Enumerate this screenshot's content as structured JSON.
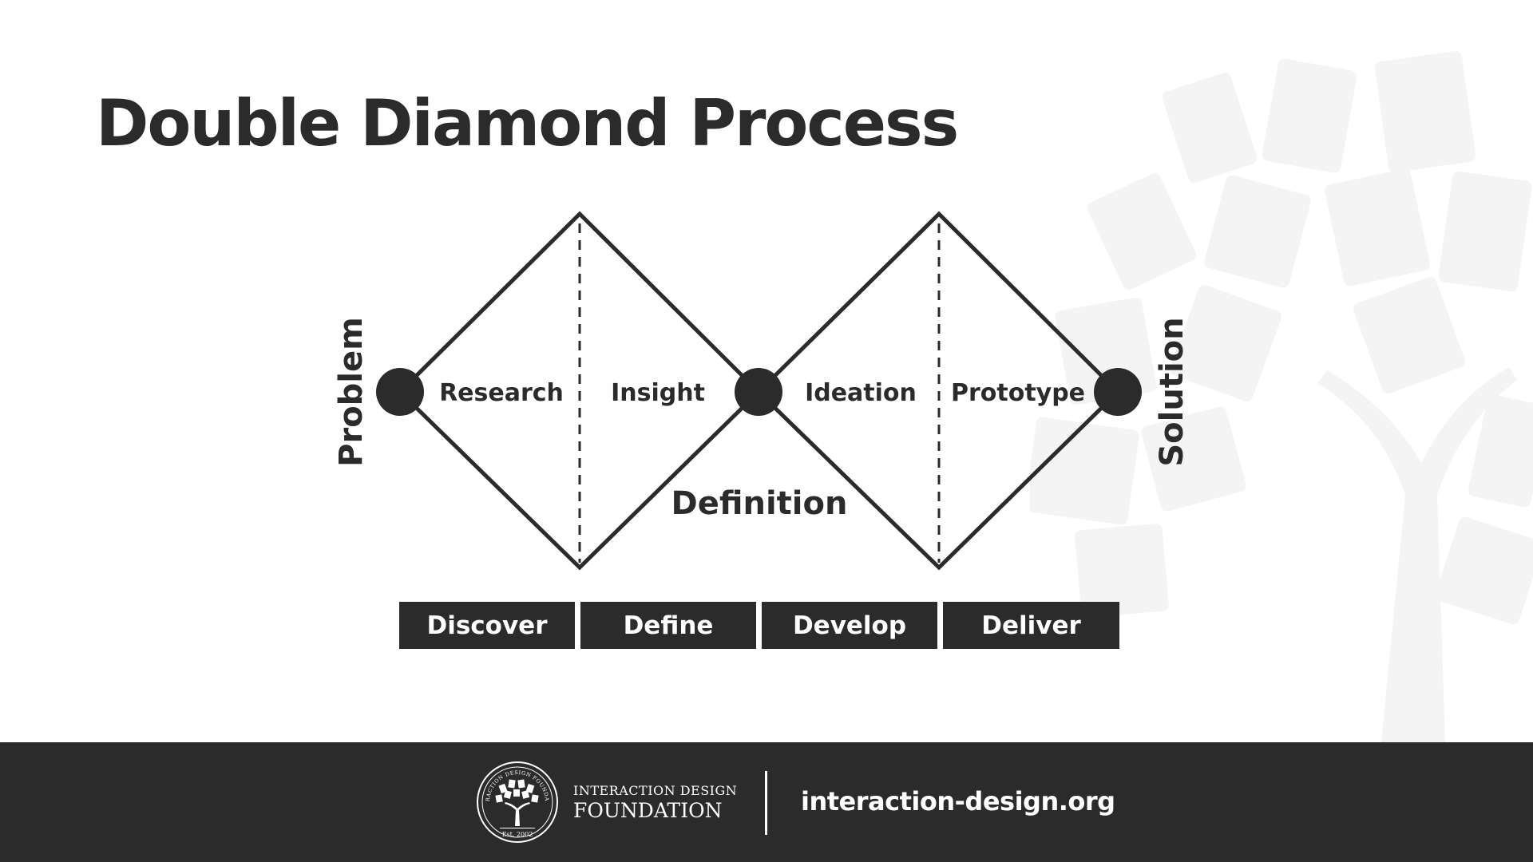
{
  "title": "Double Diamond Process",
  "endpoints": {
    "start": "Problem",
    "end": "Solution"
  },
  "diamonds": [
    {
      "left_label": "Research",
      "right_label": "Insight"
    },
    {
      "left_label": "Ideation",
      "right_label": "Prototype"
    }
  ],
  "center_label": "Definition",
  "phases": [
    "Discover",
    "Define",
    "Develop",
    "Deliver"
  ],
  "footer": {
    "seal_top_text": "INTERACTION DESIGN FOUNDATION",
    "seal_bottom_text": "Est. 2002",
    "logo_line1": "INTERACTION DESIGN",
    "logo_line2": "FOUNDATION",
    "url": "interaction-design.org"
  },
  "colors": {
    "ink": "#2b2b2b",
    "background": "#ffffff",
    "footer_bg": "#2b2b2b",
    "watermark": "#f3f3f3"
  }
}
